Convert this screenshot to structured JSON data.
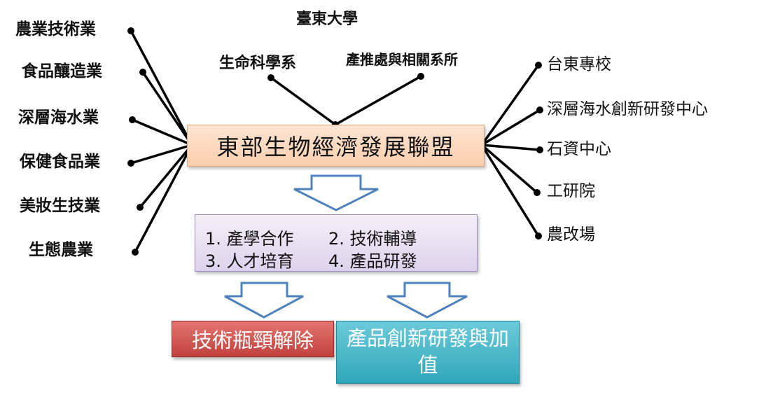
{
  "top_label": "臺東大學",
  "university_depts": [
    "生命科學系",
    "產推處與相關系所"
  ],
  "industries": [
    "農業技術業",
    "食品釀造業",
    "深層海水業",
    "保健食品業",
    "美妝生技業",
    "生態農業"
  ],
  "partners": [
    "台東專校",
    "深層海水創新研發中心",
    "石資中心",
    "工研院",
    "農改場"
  ],
  "alliance": "東部生物經濟發展聯盟",
  "cooperation": [
    "1.  產學合作",
    "2. 技術輔導",
    "3. 人才培育",
    "4. 產品研發"
  ],
  "outcomes": {
    "bottleneck": "技術瓶頸解除",
    "innovation": "產品創新研發與加值"
  },
  "colors": {
    "alliance_fill": "#fbd5b8",
    "cooperation_fill": "#e6ddf1",
    "bottleneck_fill": "#d0504b",
    "innovation_fill": "#45b5c7",
    "arrow_stroke": "#4f81bd"
  }
}
